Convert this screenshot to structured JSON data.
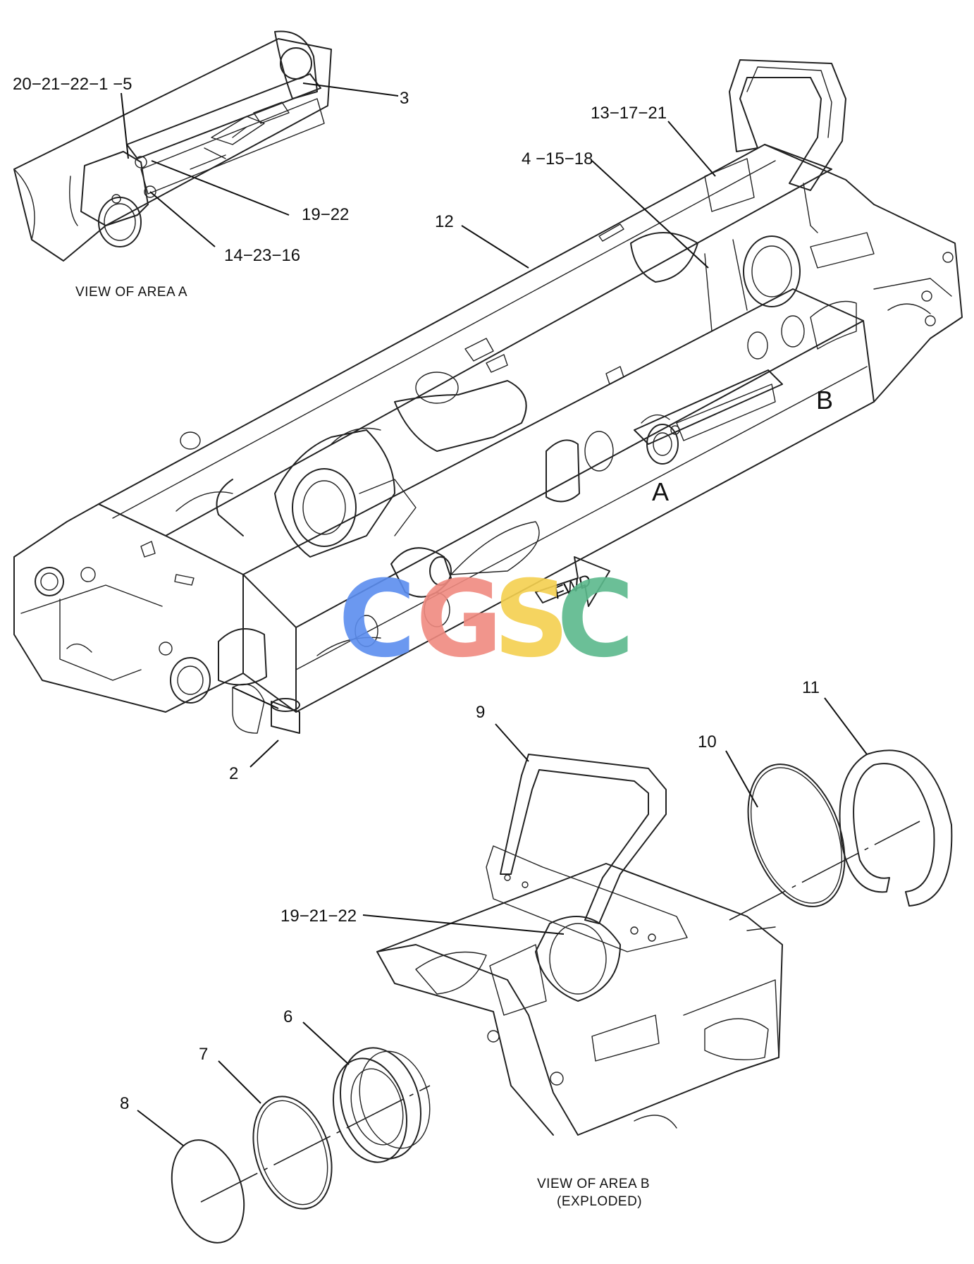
{
  "callouts": {
    "c_20_21_22_1_5": "20−21−22−1 −5",
    "c_3": "3",
    "c_19_22": "19−22",
    "c_14_23_16": "14−23−16",
    "c_13_17_21": "13−17−21",
    "c_4_15_18": "4 −15−18",
    "c_12": "12",
    "c_2": "2",
    "c_9": "9",
    "c_10": "10",
    "c_11": "11",
    "c_19_21_22": "19−21−22",
    "c_6": "6",
    "c_7": "7",
    "c_8": "8"
  },
  "captions": {
    "view_area_a": "VIEW OF AREA  A",
    "view_area_b_line1": "VIEW OF AREA  B",
    "view_area_b_line2": "(EXPLODED)"
  },
  "area_markers": {
    "a": "A",
    "b": "B"
  },
  "direction_arrow": {
    "label": "FWD"
  },
  "watermark": {
    "letters": [
      "C",
      "G",
      "S",
      "C"
    ],
    "colors": [
      "#5b8def",
      "#f08a80",
      "#f5d04f",
      "#5bb98c"
    ]
  }
}
